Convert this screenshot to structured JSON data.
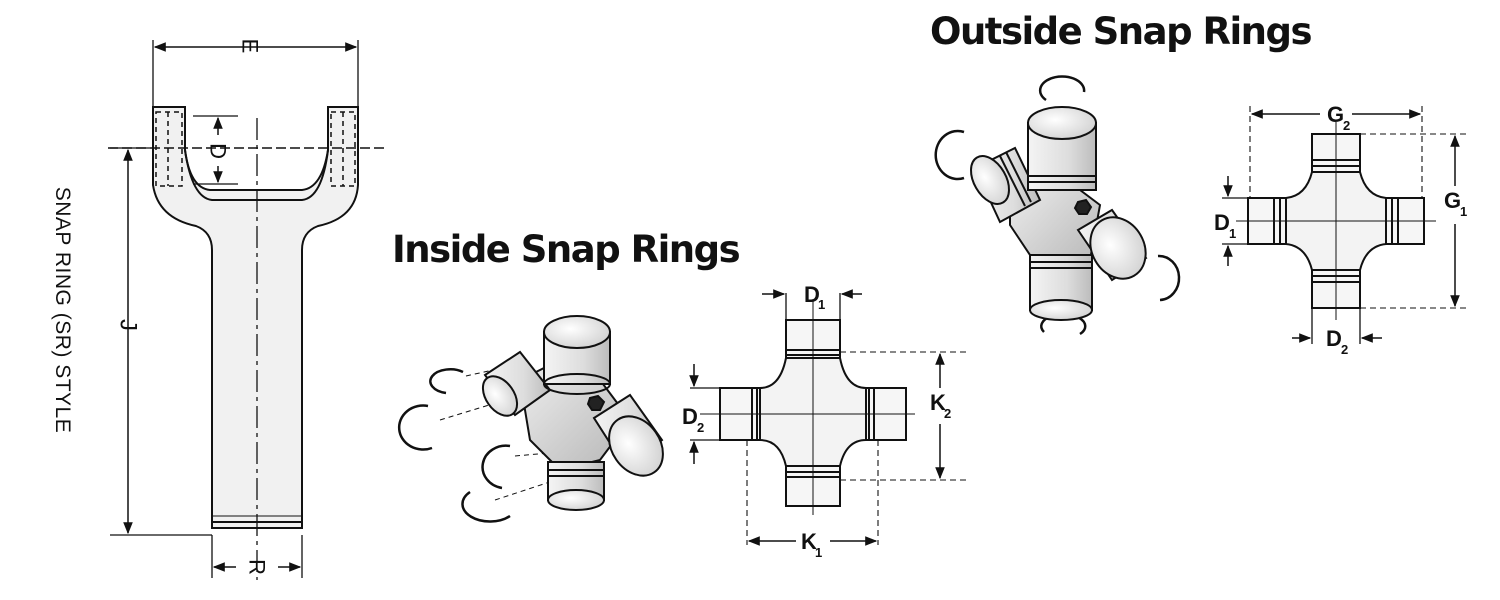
{
  "style_label": "SNAP RING (SR) STYLE",
  "headings": {
    "outside": "Outside Snap Rings",
    "inside": "Inside Snap Rings"
  },
  "yoke_dimensions": {
    "e": "E",
    "d": "D",
    "j": "J",
    "r": "R"
  },
  "inside_dimensions": {
    "d1": {
      "letter": "D",
      "sub": "1"
    },
    "d2": {
      "letter": "D",
      "sub": "2"
    },
    "k1": {
      "letter": "K",
      "sub": "1"
    },
    "k2": {
      "letter": "K",
      "sub": "2"
    }
  },
  "outside_dimensions": {
    "g1": {
      "letter": "G",
      "sub": "1"
    },
    "g2": {
      "letter": "G",
      "sub": "2"
    },
    "d1": {
      "letter": "D",
      "sub": "1"
    },
    "d2": {
      "letter": "D",
      "sub": "2"
    }
  },
  "icons": [
    "slip-yoke-drawing",
    "u-joint-iso-inside",
    "u-joint-iso-outside",
    "u-joint-plan-inside",
    "u-joint-plan-outside",
    "snap-ring-icon"
  ]
}
